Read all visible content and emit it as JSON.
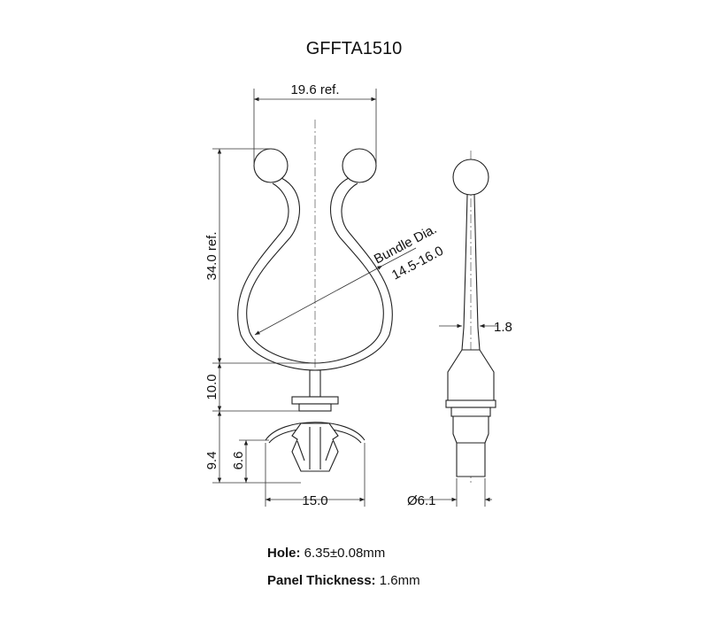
{
  "title": "GFFTA1510",
  "dimensions": {
    "width_ref": "19.6 ref.",
    "height_ref": "34.0 ref.",
    "bundle_label": "Bundle Dia.",
    "bundle_range": "14.5-16.0",
    "thickness": "1.8",
    "base_height": "10.0",
    "anchor_height": "9.4",
    "tip_height": "6.6",
    "anchor_width": "15.0",
    "shaft_dia": "Ø6.1"
  },
  "specs": {
    "hole_label": "Hole:",
    "hole_value": "6.35±0.08mm",
    "panel_label": "Panel Thickness:",
    "panel_value": "1.6mm"
  }
}
